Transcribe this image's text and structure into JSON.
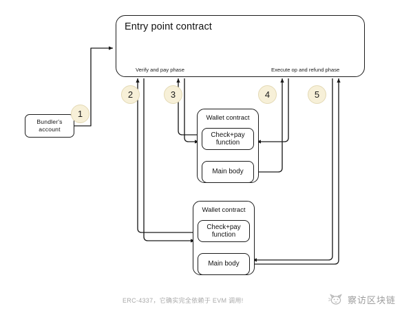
{
  "diagram": {
    "type": "flow-sequence-diagram",
    "entry_point": {
      "title": "Entry point contract"
    },
    "phases": [
      {
        "id": "verify",
        "label": "Verify and pay phase"
      },
      {
        "id": "execute",
        "label": "Execute op and refund phase"
      }
    ],
    "actors": {
      "bundler": {
        "line1": "Bundler's",
        "line2": "account"
      },
      "wallet_top": {
        "title": "Wallet contract",
        "check_pay": "Check+pay\nfunction",
        "check_pay_line1": "Check+pay",
        "check_pay_line2": "function",
        "main_body": "Main body"
      },
      "wallet_bottom": {
        "title": "Wallet contract",
        "check_pay_line1": "Check+pay",
        "check_pay_line2": "function",
        "main_body": "Main body"
      }
    },
    "steps": [
      {
        "number": "1"
      },
      {
        "number": "2"
      },
      {
        "number": "3"
      },
      {
        "number": "4"
      },
      {
        "number": "5"
      }
    ],
    "colors": {
      "badge_fill": "#f7f0d8",
      "badge_stroke": "#e3d9b4",
      "stroke": "#1a1a1a",
      "background": "#ffffff",
      "caption": "#a8a8a8"
    }
  },
  "caption": {
    "text": "ERC-4337，它确实完全依赖于 EVM 调用!"
  },
  "watermark": {
    "text": "察访区块链",
    "icon": "cat-face-icon"
  }
}
